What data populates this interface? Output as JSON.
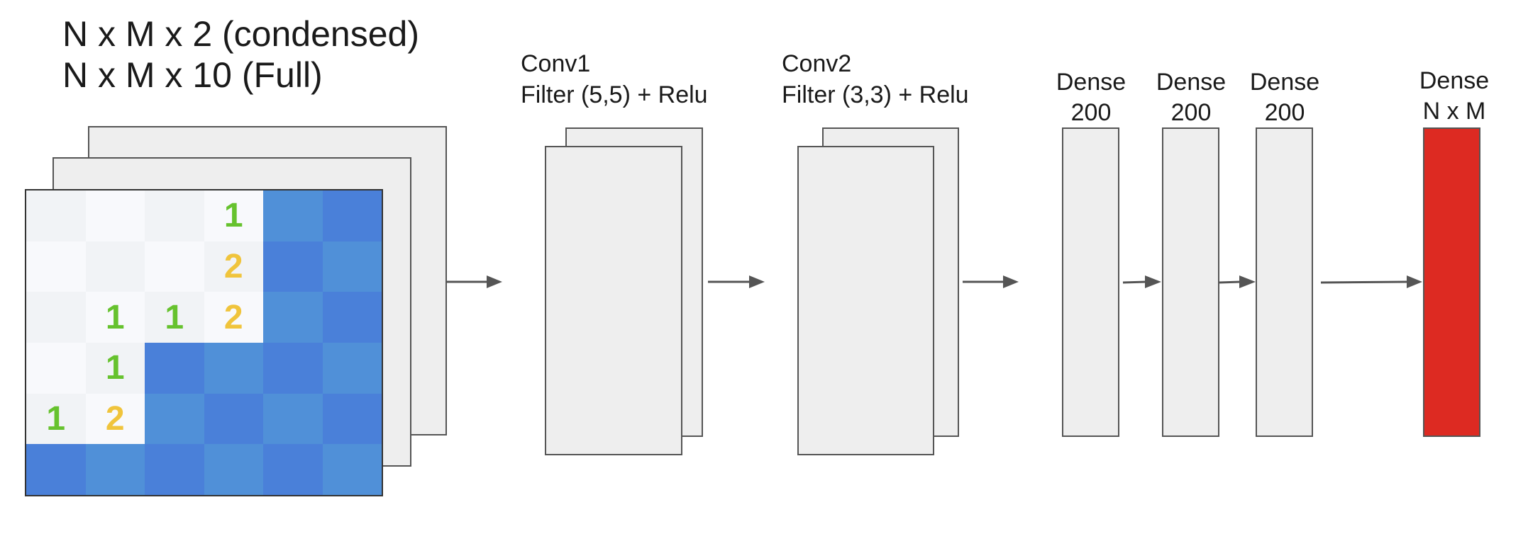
{
  "title": {
    "line1": "N x M x 2 (condensed)",
    "line2": "N x M x 10 (Full)"
  },
  "layers": {
    "conv1": {
      "name": "Conv1",
      "detail": "Filter (5,5) + Relu"
    },
    "conv2": {
      "name": "Conv2",
      "detail": "Filter (3,3) + Relu"
    },
    "dense1": {
      "name": "Dense",
      "size": "200"
    },
    "dense2": {
      "name": "Dense",
      "size": "200"
    },
    "dense3": {
      "name": "Dense",
      "size": "200"
    },
    "output": {
      "name": "Dense",
      "size": "N x M"
    }
  },
  "colors": {
    "unrevealed_a": "#4a80d9",
    "unrevealed_b": "#5090d8",
    "revealed_a": "#f1f3f6",
    "revealed_b": "#f8f9fc",
    "number_1": "#66c22e",
    "number_2": "#f0c43c",
    "output_fill": "#dd2a22",
    "layer_fill": "#eeeeee",
    "border": "#555555",
    "arrow": "#555555"
  },
  "board": {
    "rows": [
      [
        {
          "s": "r",
          "v": ""
        },
        {
          "s": "r",
          "v": ""
        },
        {
          "s": "r",
          "v": ""
        },
        {
          "s": "r",
          "v": "1"
        },
        {
          "s": "u",
          "v": ""
        },
        {
          "s": "u",
          "v": ""
        }
      ],
      [
        {
          "s": "r",
          "v": ""
        },
        {
          "s": "r",
          "v": ""
        },
        {
          "s": "r",
          "v": ""
        },
        {
          "s": "r",
          "v": "2"
        },
        {
          "s": "u",
          "v": ""
        },
        {
          "s": "u",
          "v": ""
        }
      ],
      [
        {
          "s": "r",
          "v": ""
        },
        {
          "s": "r",
          "v": "1"
        },
        {
          "s": "r",
          "v": "1"
        },
        {
          "s": "r",
          "v": "2"
        },
        {
          "s": "u",
          "v": ""
        },
        {
          "s": "u",
          "v": ""
        }
      ],
      [
        {
          "s": "r",
          "v": ""
        },
        {
          "s": "r",
          "v": "1"
        },
        {
          "s": "u",
          "v": ""
        },
        {
          "s": "u",
          "v": ""
        },
        {
          "s": "u",
          "v": ""
        },
        {
          "s": "u",
          "v": ""
        }
      ],
      [
        {
          "s": "r",
          "v": "1"
        },
        {
          "s": "r",
          "v": "2"
        },
        {
          "s": "u",
          "v": ""
        },
        {
          "s": "u",
          "v": ""
        },
        {
          "s": "u",
          "v": ""
        },
        {
          "s": "u",
          "v": ""
        }
      ],
      [
        {
          "s": "u",
          "v": ""
        },
        {
          "s": "u",
          "v": ""
        },
        {
          "s": "u",
          "v": ""
        },
        {
          "s": "u",
          "v": ""
        },
        {
          "s": "u",
          "v": ""
        },
        {
          "s": "u",
          "v": ""
        }
      ]
    ]
  }
}
